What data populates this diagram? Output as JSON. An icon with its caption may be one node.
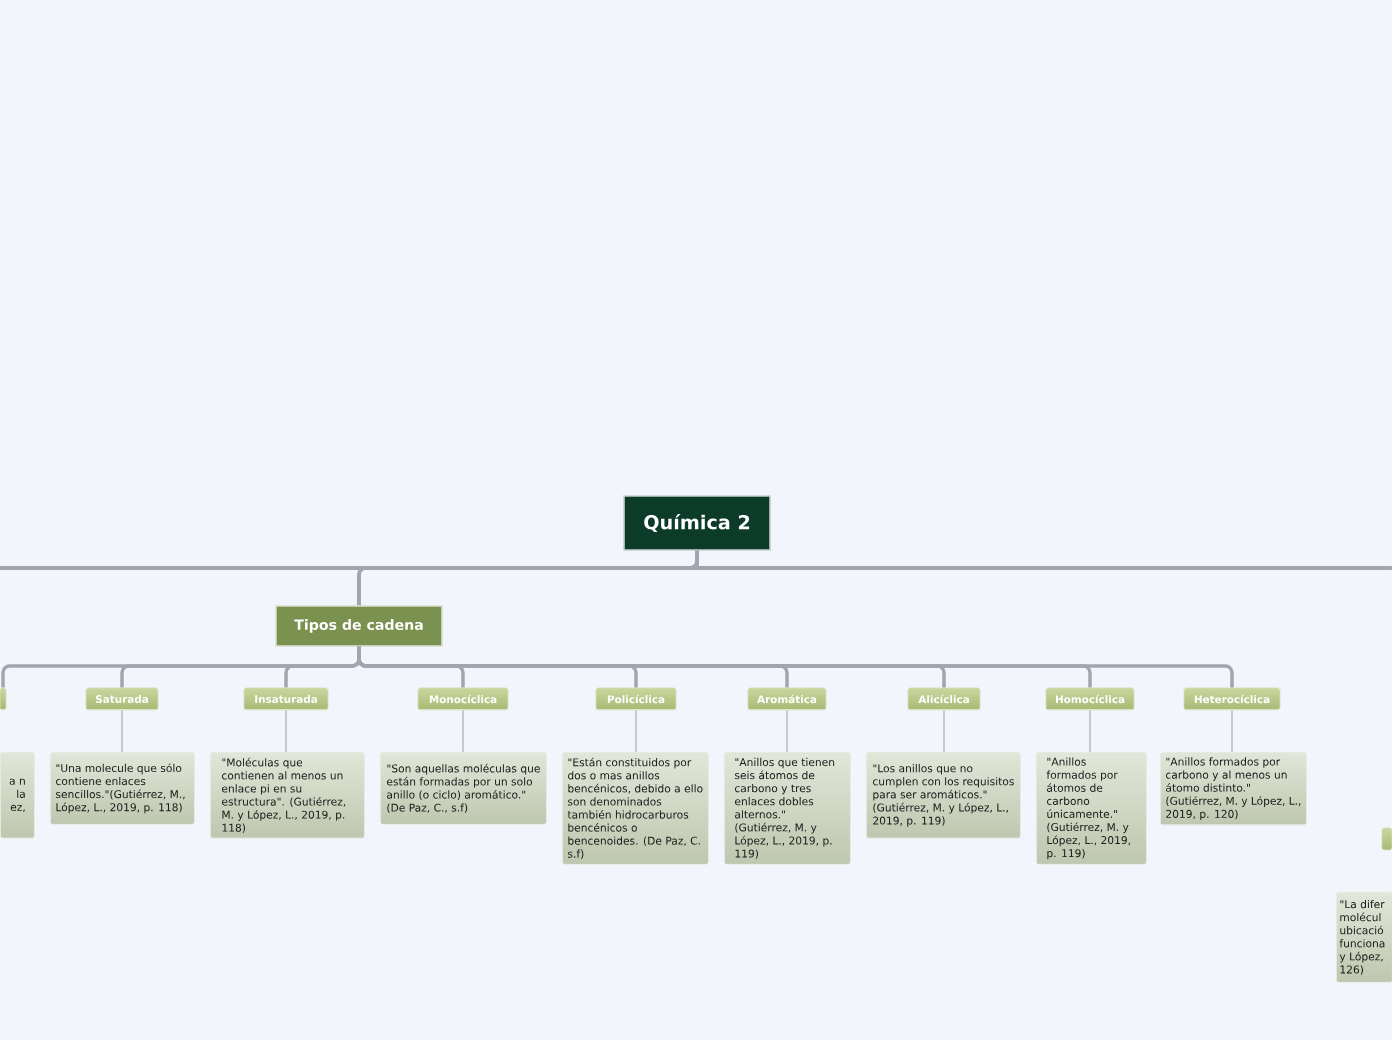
{
  "diagram": {
    "nodes": [
      {
        "text": [
          "Química 2"
        ]
      },
      {
        "text": [
          "Tipos de cadena"
        ]
      },
      {
        "text": [],
        "shape": "box"
      },
      {
        "text": [
          "Saturada"
        ]
      },
      {
        "text": [
          "Insaturada"
        ]
      },
      {
        "text": [
          "Monocíclica"
        ]
      },
      {
        "text": [
          "Policíclica"
        ]
      },
      {
        "text": [
          "Aromática"
        ]
      },
      {
        "text": [
          "Alicíclica"
        ]
      },
      {
        "text": [
          "Homocíclica"
        ]
      },
      {
        "text": [
          "Heterocíclica"
        ]
      },
      {
        "text": [
          "a n la ez,"
        ]
      },
      {
        "text": [
          "\"Una molecule que sólo contiene enlaces sencillos.\"(Gutiérrez, M., López, L., 2019, p. 118)"
        ]
      },
      {
        "text": [
          "\"Moléculas que contienen al menos un enlace pi en su estructura\". (Gutiérrez, M. y López, L., 2019, p. 118)"
        ]
      },
      {
        "text": [
          "\"Son aquellas moléculas que están formadas por un solo anillo (o ciclo) aromático.\" (De Paz, C., s.f)"
        ]
      },
      {
        "text": [
          "\"Están constituidos por dos o mas anillos bencénicos, debido a ello son denominados también hidrocarburos bencénicos o bencenoides. (De Paz, C. s.f)"
        ]
      },
      {
        "text": [
          "\"Anillos que tienen seis átomos de carbono y tres enlaces dobles alternos.\" (Gutiérrez, M. y López, L., 2019, p. 119)"
        ]
      },
      {
        "text": [
          "\"Los anillos que no cumplen con los requisitos para ser aromáticos.\" (Gutiérrez, M. y López, L., 2019, p. 119)"
        ]
      },
      {
        "text": [
          "\"Anillos formados por átomos de carbono únicamente.\" (Gutiérrez, M. y López, L., 2019, p. 119)"
        ]
      },
      {
        "text": [
          "\"Anillos formados por carbono y al menos un átomo distinto.\" (Gutiérrez, M. y López, L., 2019, p. 120)"
        ]
      },
      {
        "text": [],
        "shape": "box"
      },
      {
        "text": [
          "\"La difer molécul ubicació funciona y López, 126)"
        ]
      }
    ],
    "edges": [
      {
        "from": 0,
        "to": 1,
        "arrow": "none"
      },
      {
        "from": 0,
        "to": null,
        "arrow": "none"
      },
      {
        "from": 0,
        "to": null,
        "arrow": "none"
      },
      {
        "from": 1,
        "to": 2,
        "arrow": "none"
      },
      {
        "from": 1,
        "to": 3,
        "arrow": "none"
      },
      {
        "from": 1,
        "to": 4,
        "arrow": "none"
      },
      {
        "from": 1,
        "to": 5,
        "arrow": "none"
      },
      {
        "from": 1,
        "to": 6,
        "arrow": "none"
      },
      {
        "from": 1,
        "to": 7,
        "arrow": "none"
      },
      {
        "from": 1,
        "to": 8,
        "arrow": "none"
      },
      {
        "from": 1,
        "to": 9,
        "arrow": "none"
      },
      {
        "from": 1,
        "to": 10,
        "arrow": "none"
      },
      {
        "from": 3,
        "to": 12,
        "arrow": "none"
      },
      {
        "from": 4,
        "to": 13,
        "arrow": "none"
      },
      {
        "from": 5,
        "to": 14,
        "arrow": "none"
      },
      {
        "from": 6,
        "to": 15,
        "arrow": "none"
      },
      {
        "from": 7,
        "to": 16,
        "arrow": "none"
      },
      {
        "from": 8,
        "to": 17,
        "arrow": "none"
      },
      {
        "from": 9,
        "to": 18,
        "arrow": "none"
      },
      {
        "from": 10,
        "to": 19,
        "arrow": "none"
      }
    ]
  }
}
